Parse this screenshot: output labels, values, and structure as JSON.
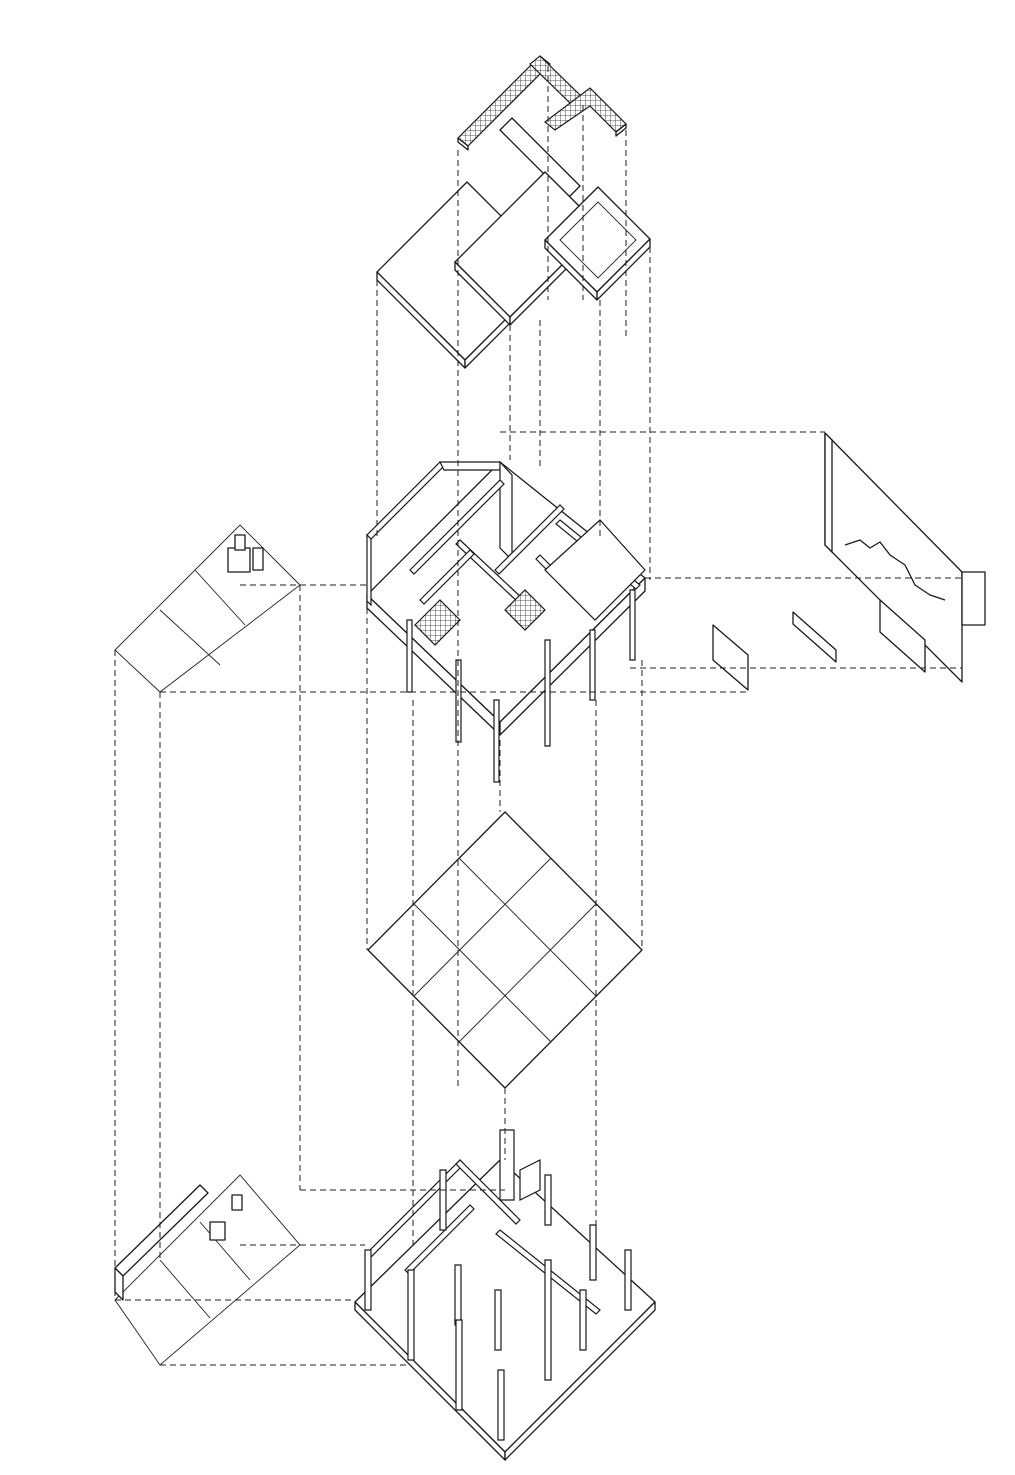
{
  "drawing": {
    "kind": "exploded axonometric",
    "line_color": "#1a1a1a",
    "background": "#ffffff",
    "components": [
      "roof-parapet",
      "roof-slabs",
      "upper-floor",
      "stair-wall-panel",
      "upper-furniture-plane",
      "floor-grid",
      "ground-floor",
      "ground-furniture-plane"
    ]
  }
}
